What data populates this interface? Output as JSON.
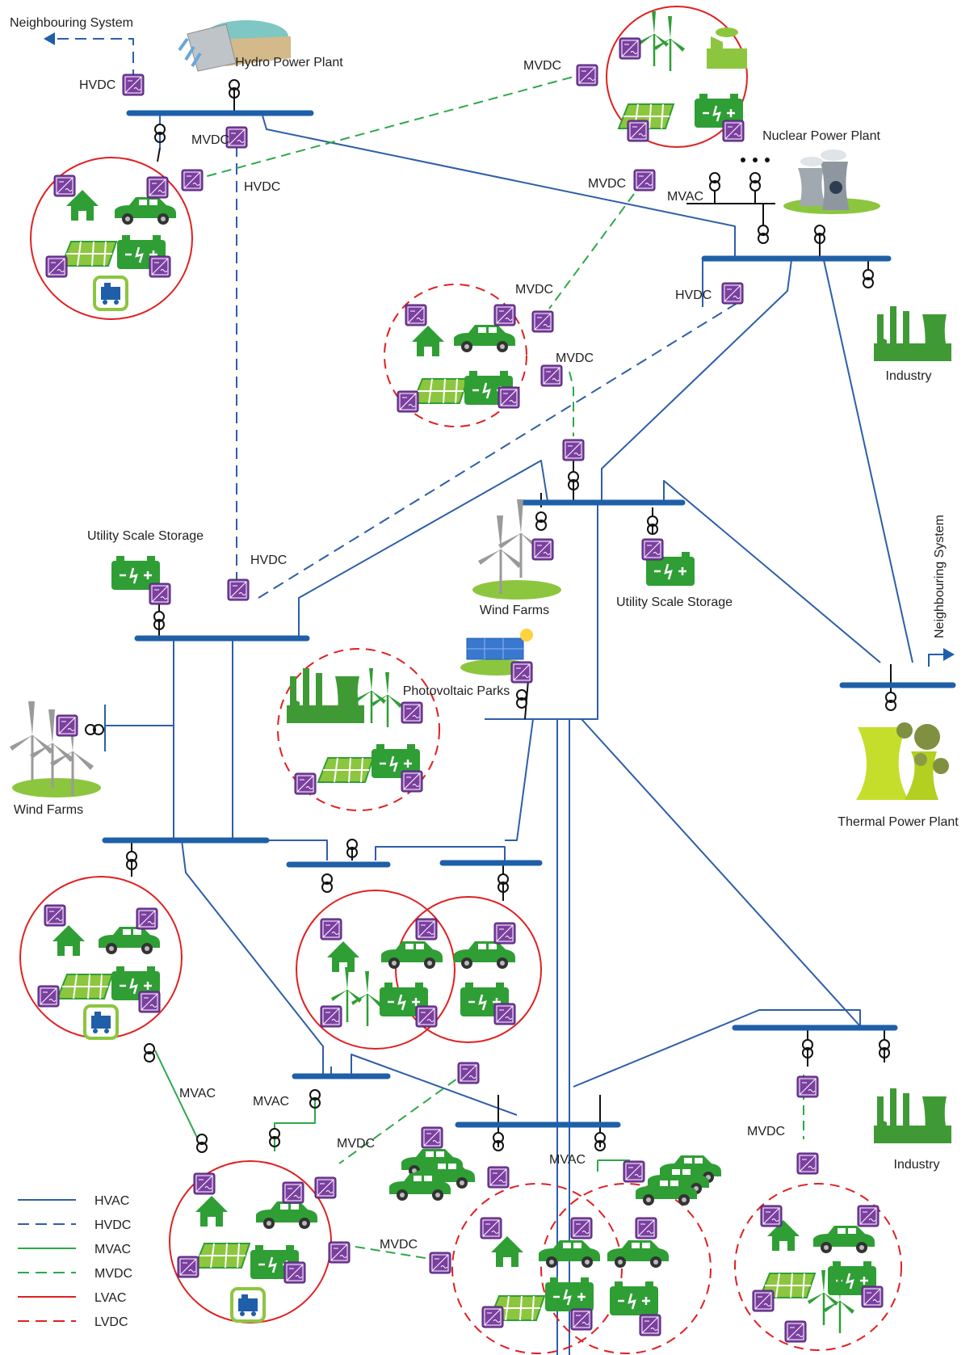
{
  "labels": {
    "neighbouring_system_top": "Neighbouring System",
    "neighbouring_system_right": "Neighbouring System",
    "hydro_plant": "Hydro Power Plant",
    "nuclear_plant": "Nuclear Power Plant",
    "thermal_plant": "Thermal Power Plant",
    "industry": "Industry",
    "wind_farms": "Wind Farms",
    "utility_storage": "Utility Scale Storage",
    "pv_parks": "Photovoltaic Parks",
    "hvdc": "HVDC",
    "mvdc": "MVDC",
    "mvac": "MVAC"
  },
  "legend": [
    {
      "label": "HVAC",
      "color": "#2e5ea8",
      "dashed": false
    },
    {
      "label": "HVDC",
      "color": "#2e5ea8",
      "dashed": true
    },
    {
      "label": "MVAC",
      "color": "#2ea84a",
      "dashed": false
    },
    {
      "label": "MVDC",
      "color": "#2ea84a",
      "dashed": true
    },
    {
      "label": "LVAC",
      "color": "#e02020",
      "dashed": false
    },
    {
      "label": "LVDC",
      "color": "#e02020",
      "dashed": true
    }
  ],
  "colors": {
    "bus": "#1f5fa8",
    "hv_line": "#2e5ea8",
    "mv_line": "#2ea84a",
    "lv_circle": "#e02020",
    "converter": "#7b3fa0",
    "green_icon": "#2f9e35",
    "light_green_icon": "#8cc63f"
  }
}
